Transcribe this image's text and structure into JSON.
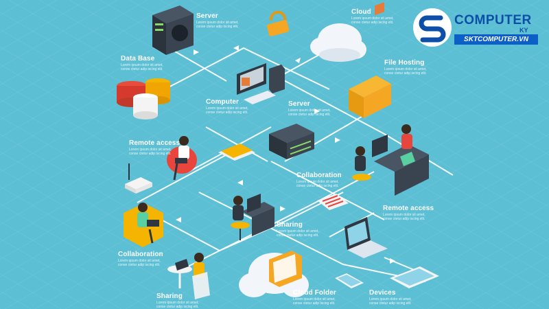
{
  "nodes": {
    "server_top": {
      "title": "Server",
      "desc": "Lorem ipsum dolor sit amet, conse ctetur adip iscing elit."
    },
    "cloud": {
      "title": "Cloud",
      "desc": "Lorem ipsum dolor sit amet, conse ctetur adip iscing elit."
    },
    "database": {
      "title": "Data Base",
      "desc": "Lorem ipsum dolor sit amet, conse ctetur adip iscing elit."
    },
    "file_hosting": {
      "title": "File Hosting",
      "desc": "Lorem ipsum dolor sit amet, conse ctetur adip iscing elit."
    },
    "computer": {
      "title": "Computer",
      "desc": "Lorem ipsum dolor sit amet, conse ctetur adip iscing elit."
    },
    "server_mid": {
      "title": "Server",
      "desc": "Lorem ipsum dolor sit amet, conse ctetur adip iscing elit."
    },
    "remote_access_left": {
      "title": "Remote access",
      "desc": "Lorem ipsum dolor sit amet, conse ctetur adip iscing elit."
    },
    "collaboration_mid": {
      "title": "Collaboration",
      "desc": "Lorem ipsum dolor sit amet, conse ctetur adip iscing elit."
    },
    "remote_access_right": {
      "title": "Remote access",
      "desc": "Lorem ipsum dolor sit amet, conse ctetur adip iscing elit."
    },
    "sharing_mid": {
      "title": "Sharing",
      "desc": "Lorem ipsum dolor sit amet, conse ctetur adip iscing elit."
    },
    "collaboration_left": {
      "title": "Collaboration",
      "desc": "Lorem ipsum dolor sit amet, conse ctetur adip iscing elit."
    },
    "sharing_bottom": {
      "title": "Sharing",
      "desc": "Lorem ipsum dolor sit amet, conse ctetur adip iscing elit."
    },
    "cloud_folder": {
      "title": "Cloud Folder",
      "desc": "Lorem ipsum dolor sit amet, conse ctetur adip iscing elit."
    },
    "devices": {
      "title": "Devices",
      "desc": "Lorem ipsum dolor sit amet, conse ctetur adip iscing elit."
    }
  },
  "logo": {
    "brand": "COMPUTER",
    "brand_sub": "KY",
    "url": "SKTCOMPUTER.VN"
  },
  "colors": {
    "background": "#5cbfd4",
    "line": "#ffffff",
    "brand": "#0d4fa8",
    "folder": "#f5a623",
    "chair": "#f5b400",
    "pouf": "#e8453c"
  }
}
